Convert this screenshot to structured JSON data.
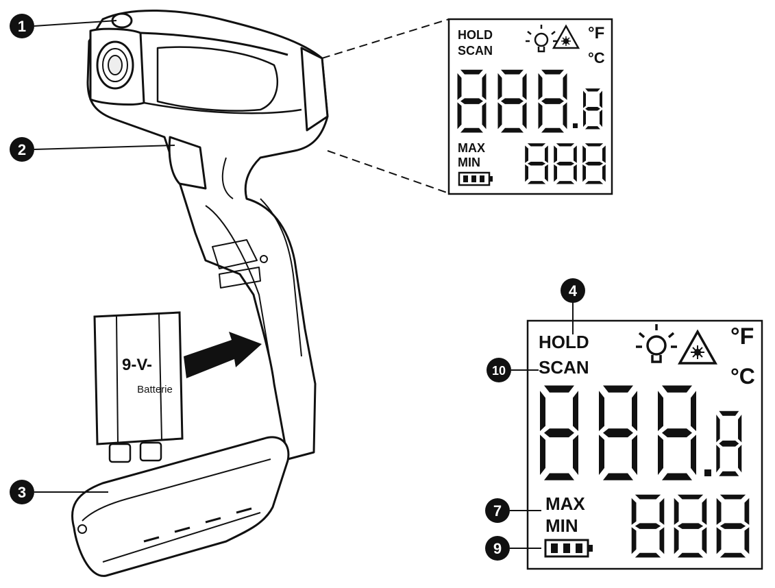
{
  "battery": {
    "line1": "9-V-",
    "line2": "Batterie"
  },
  "lcd": {
    "hold": "HOLD",
    "scan": "SCAN",
    "max": "MAX",
    "min": "MIN",
    "unit_f": "°F",
    "unit_c": "°C",
    "icons": [
      "backlight-icon",
      "laser-warning-icon",
      "battery-level-icon"
    ]
  },
  "callouts": {
    "c1": "1",
    "c2": "2",
    "c3": "3",
    "c4": "4",
    "c7": "7",
    "c9": "9",
    "c10": "10"
  },
  "colors": {
    "ink": "#111111",
    "background": "#ffffff"
  }
}
